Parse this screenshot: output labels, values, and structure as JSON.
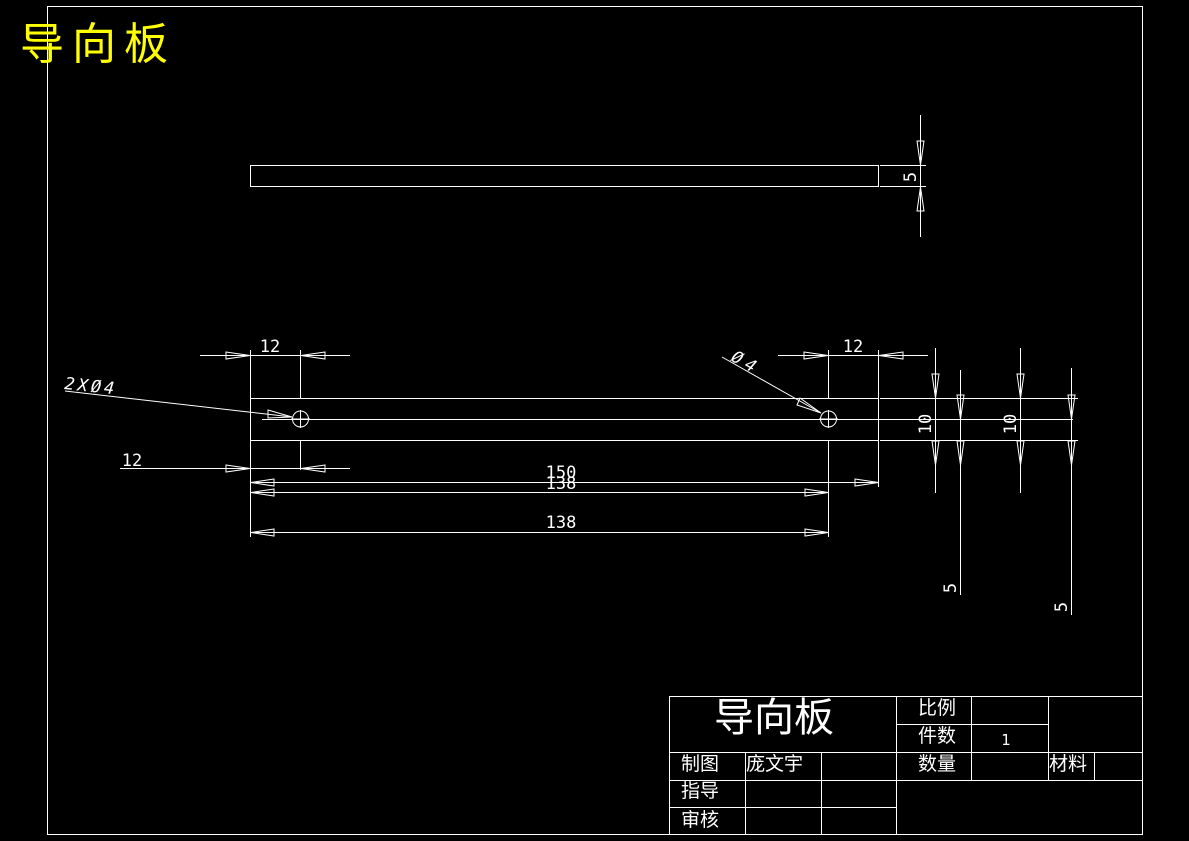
{
  "title": "导向板",
  "colors": {
    "background": "#000000",
    "line": "#ffffff",
    "title": "#ffff00"
  },
  "dimensions": {
    "thickness": "5",
    "left_hole_offset_top": "12",
    "right_hole_offset": "12",
    "left_hole_offset_bottom": "12",
    "hole_note_left": "2XØ4",
    "hole_note_right": "Ø4",
    "overall_length": "150",
    "hole_spacing_a": "138",
    "hole_spacing_b": "138",
    "height_left": "10",
    "height_right": "10",
    "edge_left": "5",
    "edge_right": "5"
  },
  "title_block": {
    "name": "导向板",
    "scale_label": "比例",
    "scale_value": "",
    "pieces_label": "件数",
    "pieces_value": "1",
    "quantity_label": "数量",
    "material_label": "材料",
    "drawn_label": "制图",
    "drawn_by": "庞文宇",
    "guide_label": "指导",
    "review_label": "审核"
  }
}
